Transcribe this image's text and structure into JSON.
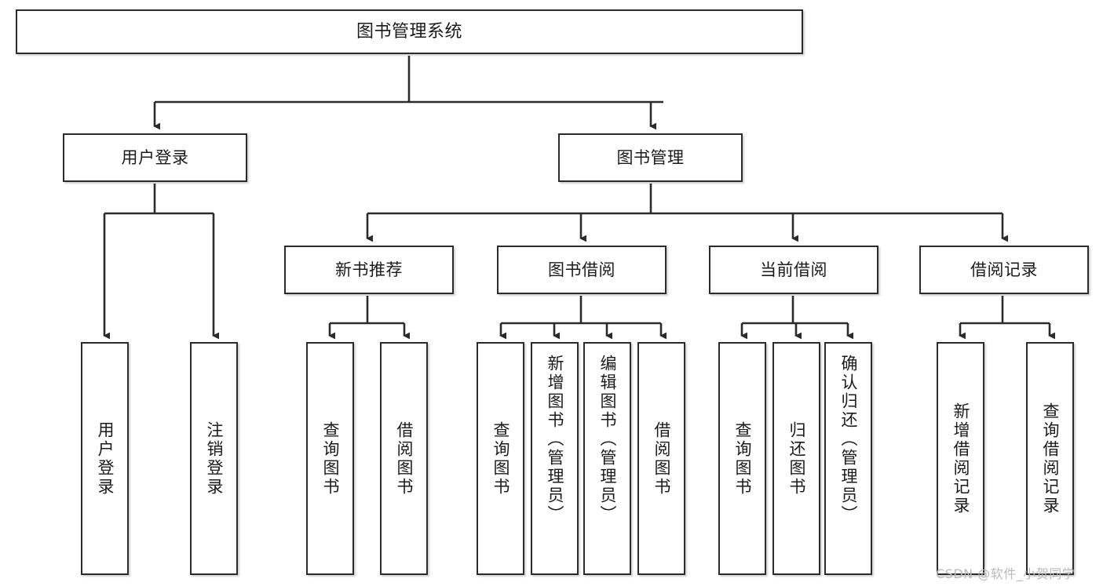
{
  "diagram": {
    "type": "tree-hierarchy-diagram",
    "title": "图书管理系统",
    "watermark": "CSDN @软件_小贺同学",
    "colors": {
      "stroke": "#2b2b2b",
      "fill": "#ffffff",
      "text": "#1b1b1b",
      "watermark": "#b9b9b9"
    },
    "levels": {
      "level1": [
        "图书管理系统"
      ],
      "level2": [
        "用户登录",
        "图书管理"
      ],
      "level3": [
        "新书推荐",
        "图书借阅",
        "当前借阅",
        "借阅记录"
      ],
      "level4": [
        "用户登录",
        "注销登录",
        "查询图书",
        "借阅图书",
        "查询图书",
        "新增图书（管理员）",
        "编辑图书（管理员）",
        "借阅图书",
        "查询图书",
        "归还图书",
        "确认归还（管理员）",
        "新增借阅记录",
        "查询借阅记录"
      ]
    },
    "nodes": {
      "root": {
        "label": "图书管理系统"
      },
      "user_login": {
        "label": "用户登录"
      },
      "book_mgmt": {
        "label": "图书管理"
      },
      "new_book_rec": {
        "label": "新书推荐"
      },
      "book_borrow": {
        "label": "图书借阅"
      },
      "current_borrow": {
        "label": "当前借阅"
      },
      "borrow_record": {
        "label": "借阅记录"
      },
      "leaf_user_login": {
        "label": "用户登录"
      },
      "leaf_logout": {
        "label": "注销登录"
      },
      "leaf_query_book_a": {
        "label": "查询图书"
      },
      "leaf_borrow_book_a": {
        "label": "借阅图书"
      },
      "leaf_query_book_b": {
        "label": "查询图书"
      },
      "leaf_add_book": {
        "label": "新增图书（管理员）"
      },
      "leaf_edit_book": {
        "label": "编辑图书（管理员）"
      },
      "leaf_borrow_book_b": {
        "label": "借阅图书"
      },
      "leaf_query_book_c": {
        "label": "查询图书"
      },
      "leaf_return_book": {
        "label": "归还图书"
      },
      "leaf_confirm_return": {
        "label": "确认归还（管理员）"
      },
      "leaf_add_record": {
        "label": "新增借阅记录"
      },
      "leaf_query_record": {
        "label": "查询借阅记录"
      }
    },
    "edges": [
      {
        "from": "root",
        "to": "user_login"
      },
      {
        "from": "root",
        "to": "book_mgmt"
      },
      {
        "from": "user_login",
        "to": "leaf_user_login"
      },
      {
        "from": "user_login",
        "to": "leaf_logout"
      },
      {
        "from": "book_mgmt",
        "to": "new_book_rec"
      },
      {
        "from": "book_mgmt",
        "to": "book_borrow"
      },
      {
        "from": "book_mgmt",
        "to": "current_borrow"
      },
      {
        "from": "book_mgmt",
        "to": "borrow_record"
      },
      {
        "from": "new_book_rec",
        "to": "leaf_query_book_a"
      },
      {
        "from": "new_book_rec",
        "to": "leaf_borrow_book_a"
      },
      {
        "from": "book_borrow",
        "to": "leaf_query_book_b"
      },
      {
        "from": "book_borrow",
        "to": "leaf_add_book"
      },
      {
        "from": "book_borrow",
        "to": "leaf_edit_book"
      },
      {
        "from": "book_borrow",
        "to": "leaf_borrow_book_b"
      },
      {
        "from": "current_borrow",
        "to": "leaf_query_book_c"
      },
      {
        "from": "current_borrow",
        "to": "leaf_return_book"
      },
      {
        "from": "current_borrow",
        "to": "leaf_confirm_return"
      },
      {
        "from": "borrow_record",
        "to": "leaf_add_record"
      },
      {
        "from": "borrow_record",
        "to": "leaf_query_record"
      }
    ]
  }
}
